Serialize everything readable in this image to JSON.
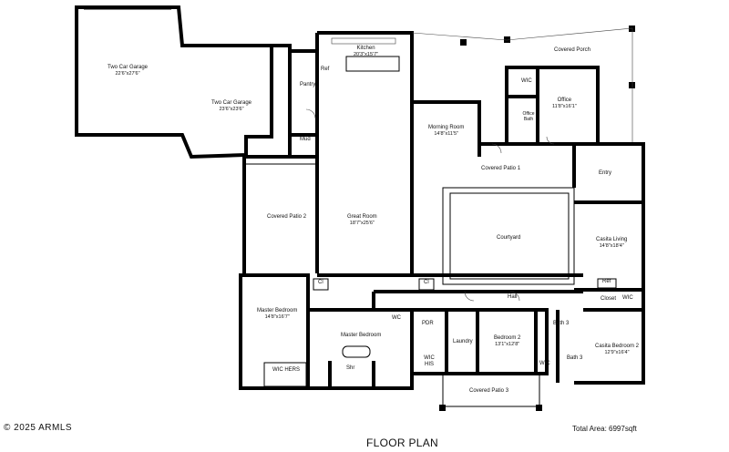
{
  "rooms": {
    "garage1": {
      "name": "Two Car Garage",
      "dim": "22'6\"x27'6\""
    },
    "garage2": {
      "name": "Two Car Garage",
      "dim": "23'6\"x23'6\""
    },
    "pantry": {
      "name": "Pantry"
    },
    "ref": {
      "name": "Ref"
    },
    "mud": {
      "name": "Mud"
    },
    "kitchen": {
      "name": "Kitchen",
      "dim": "20'3\"x15'7\""
    },
    "covered_porch": {
      "name": "Covered Porch"
    },
    "wic_office": {
      "name": "WIC"
    },
    "office": {
      "name": "Office",
      "dim": "11'8\"x16'1\""
    },
    "office_bath": {
      "name": "Office Bath"
    },
    "morning_room": {
      "name": "Morning Room",
      "dim": "14'8\"x11'5\""
    },
    "covered_patio1": {
      "name": "Covered Patio 1"
    },
    "entry": {
      "name": "Entry"
    },
    "covered_patio2": {
      "name": "Covered Patio 2"
    },
    "great_room": {
      "name": "Great Room",
      "dim": "18'7\"x25'6\""
    },
    "courtyard": {
      "name": "Courtyard"
    },
    "casita_living": {
      "name": "Casita Living",
      "dim": "14'8\"x18'4\""
    },
    "cl_left": {
      "name": "Cl"
    },
    "cl_mid": {
      "name": "Cl"
    },
    "hall": {
      "name": "Hall"
    },
    "ref2": {
      "name": "Ref"
    },
    "closet": {
      "name": "Closet"
    },
    "wic_casita": {
      "name": "WIC"
    },
    "master_bedroom": {
      "name": "Master Bedroom",
      "dim": "14'8\"x16'7\""
    },
    "wc": {
      "name": "WC"
    },
    "pdr": {
      "name": "PDR"
    },
    "master_bedroom_bath": {
      "name": "Master Bedroom"
    },
    "wic_his": {
      "name": "WIC HIS"
    },
    "laundry": {
      "name": "Laundry"
    },
    "bedroom2": {
      "name": "Bedroom 2",
      "dim": "13'1\"x12'8\""
    },
    "bath3a": {
      "name": "Bath 3"
    },
    "bath3b": {
      "name": "Bath 3"
    },
    "wic_b": {
      "name": "WIC"
    },
    "casita_bedroom2": {
      "name": "Casita Bedroom 2",
      "dim": "12'9\"x16'4\""
    },
    "wic_hers": {
      "name": "WIC HERS"
    },
    "shr": {
      "name": "Shr"
    },
    "covered_patio3": {
      "name": "Covered Patio 3"
    }
  },
  "caption": "FLOOR PLAN",
  "total_area": "Total Area: 6997sqft",
  "copyright": "2025 ARMLS"
}
